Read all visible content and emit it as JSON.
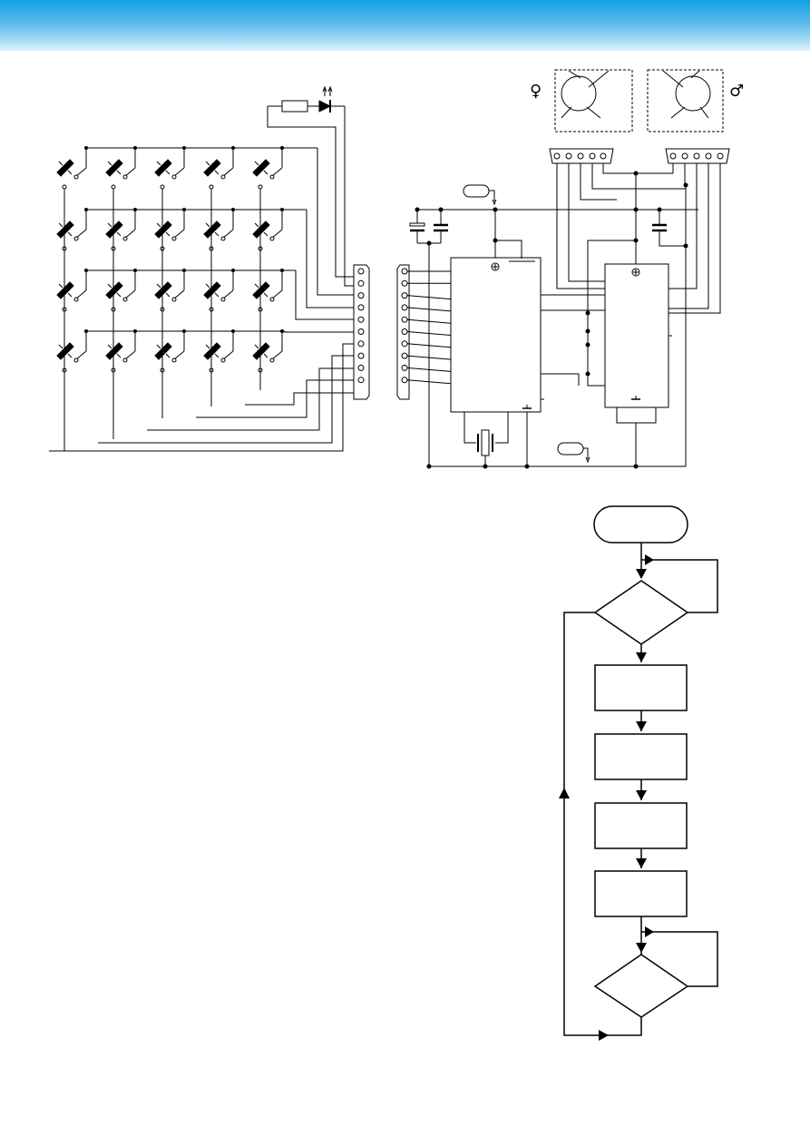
{
  "colors": {
    "header_top": "#149fe3",
    "header_bottom": "#e0f2fc",
    "ink": "#000000"
  },
  "symbols": {
    "female": "♀",
    "male": "♂"
  },
  "keypad": {
    "rows": 4,
    "cols": 5,
    "key_icon": "pushbutton-switch-icon"
  },
  "connector_pins": 10,
  "flowchart": {
    "start_label": "",
    "decision_1_label": "",
    "process_labels": [
      "",
      "",
      "",
      ""
    ],
    "decision_2_label": ""
  }
}
